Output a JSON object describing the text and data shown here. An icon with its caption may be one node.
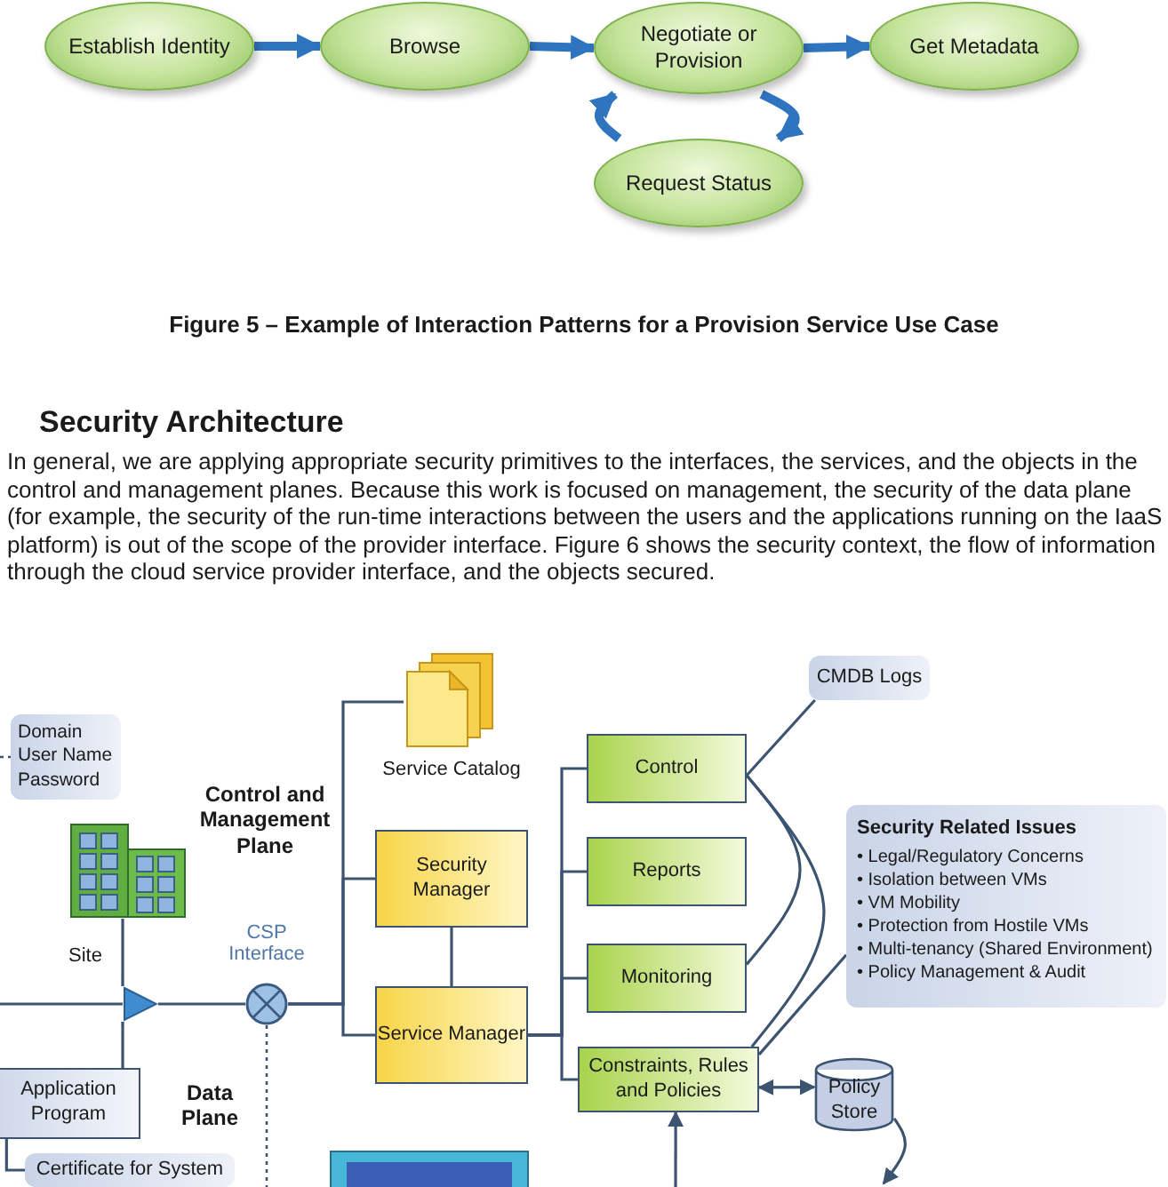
{
  "diagram": {
    "caption": "Figure 5 – Example of Interaction Patterns for a Provision Service Use Case",
    "nodes": [
      {
        "text": [
          "Establish Identity"
        ]
      },
      {
        "text": [
          "Browse"
        ]
      },
      {
        "text": [
          "Negotiate or Provision"
        ]
      },
      {
        "text": [
          "Get Metadata"
        ]
      },
      {
        "text": [
          "Request Status"
        ]
      },
      {
        "text": [
          "Domain User Name Password"
        ]
      },
      {
        "text": [],
        "shape": "picture",
        "beside": [
          "Site"
        ]
      },
      {
        "text": [],
        "shape": "circle",
        "beside": [
          "CSP Interface"
        ]
      },
      {
        "text": [],
        "shape": "picture",
        "beside": [
          "Service Catalog"
        ]
      },
      {
        "text": [
          "Security Manager"
        ]
      },
      {
        "text": [
          "Service Manager"
        ]
      },
      {
        "text": [
          "CMDB Logs"
        ]
      },
      {
        "text": [
          "Control"
        ]
      },
      {
        "text": [
          "Reports"
        ]
      },
      {
        "text": [
          "Monitoring"
        ]
      },
      {
        "text": [
          "Constraints, Rules and Policies"
        ]
      },
      {
        "text": [
          "Security Related Issues",
          "• Legal/Regulatory Concerns",
          "• Isolation between VMs",
          "• VM Mobility",
          "• Protection from Hostile VMs",
          "• Multi-tenancy (Shared Environment)",
          "• Policy Management & Audit"
        ]
      },
      {
        "text": [
          "Policy Store"
        ]
      },
      {
        "text": [
          "Application Program"
        ]
      },
      {
        "text": [
          "Certificate for System"
        ]
      },
      {
        "text": [],
        "shape": "box"
      },
      {
        "text": [],
        "shape": "triangle"
      }
    ],
    "edges": [
      {
        "from": 0,
        "to": 1,
        "arrow": "to",
        "style": "thick",
        "color": "#2f74bf"
      },
      {
        "from": 1,
        "to": 2,
        "arrow": "to",
        "style": "thick",
        "color": "#2f74bf"
      },
      {
        "from": 2,
        "to": 3,
        "arrow": "to",
        "style": "thick",
        "color": "#2f74bf"
      },
      {
        "from": 2,
        "to": 4,
        "arrow": "to",
        "style": "thick",
        "color": "#2f74bf"
      },
      {
        "from": 4,
        "to": 2,
        "arrow": "to",
        "style": "thick",
        "color": "#2f74bf"
      },
      {
        "from": null,
        "to": 5,
        "arrow": "none",
        "style": "dashed"
      },
      {
        "from": 6,
        "to": 21,
        "arrow": "none"
      },
      {
        "from": 18,
        "to": 21,
        "arrow": "none"
      },
      {
        "from": null,
        "to": 21,
        "arrow": "none"
      },
      {
        "from": 7,
        "to": 8,
        "arrow": "none"
      },
      {
        "from": 7,
        "to": 9,
        "arrow": "none"
      },
      {
        "from": 7,
        "to": 10,
        "arrow": "none"
      },
      {
        "from": 9,
        "to": 10,
        "arrow": "none"
      },
      {
        "from": 10,
        "to": 12,
        "arrow": "none"
      },
      {
        "from": 10,
        "to": 13,
        "arrow": "none"
      },
      {
        "from": 10,
        "to": 14,
        "arrow": "none"
      },
      {
        "from": 10,
        "to": 15,
        "arrow": "none"
      },
      {
        "from": 12,
        "to": 11,
        "arrow": "none"
      },
      {
        "from": 12,
        "to": 14,
        "arrow": "none"
      },
      {
        "from": 12,
        "to": 15,
        "arrow": "none"
      },
      {
        "from": 15,
        "to": 16,
        "arrow": "none"
      },
      {
        "from": 15,
        "to": 17,
        "arrow": "both"
      },
      {
        "from": null,
        "to": 15,
        "arrow": "to"
      },
      {
        "from": 17,
        "to": null,
        "arrow": "to"
      },
      {
        "from": 7,
        "to": null,
        "arrow": "none",
        "style": "dashed"
      },
      {
        "from": 18,
        "to": 19,
        "arrow": "none"
      },
      {
        "from": 21,
        "to": 7,
        "arrow": "none"
      }
    ],
    "labels": [
      "Security Architecture",
      "In general, we are applying appropriate security primitives to the interfaces, the services, and the objects in the control and management planes. Because this work is focused on management, the security of the data plane (for example, the security of the run-time interactions between the users and the applications running on the IaaS platform) is out of the scope of the provider interface. Figure 6 shows the security context, the flow of information through the cloud service provider interface, and the objects secured.",
      "Control and Management Plane",
      "Data Plane"
    ]
  }
}
